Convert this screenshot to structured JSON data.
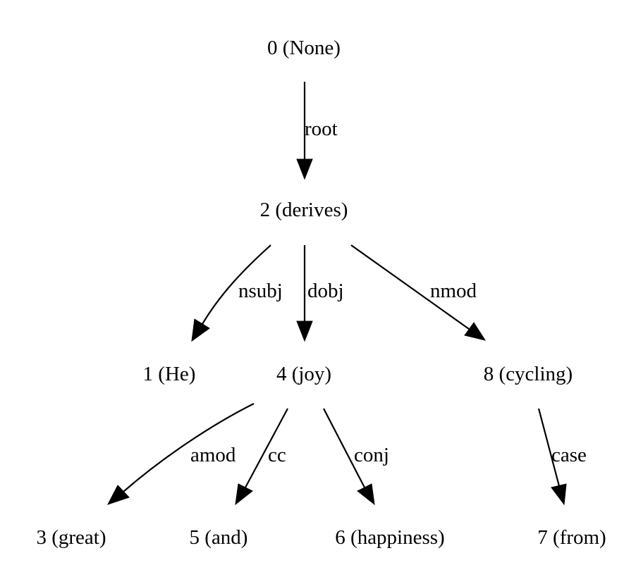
{
  "diagram": {
    "type": "dependency-tree",
    "nodes": [
      {
        "id": "n0",
        "label": "0 (None)"
      },
      {
        "id": "n2",
        "label": "2 (derives)"
      },
      {
        "id": "n1",
        "label": "1 (He)"
      },
      {
        "id": "n4",
        "label": "4 (joy)"
      },
      {
        "id": "n8",
        "label": "8 (cycling)"
      },
      {
        "id": "n3",
        "label": "3 (great)"
      },
      {
        "id": "n5",
        "label": "5 (and)"
      },
      {
        "id": "n6",
        "label": "6 (happiness)"
      },
      {
        "id": "n7",
        "label": "7 (from)"
      }
    ],
    "edges": [
      {
        "id": "e-root",
        "from": "n0",
        "to": "n2",
        "label": "root"
      },
      {
        "id": "e-nsubj",
        "from": "n2",
        "to": "n1",
        "label": "nsubj"
      },
      {
        "id": "e-dobj",
        "from": "n2",
        "to": "n4",
        "label": "dobj"
      },
      {
        "id": "e-nmod",
        "from": "n2",
        "to": "n8",
        "label": "nmod"
      },
      {
        "id": "e-amod",
        "from": "n4",
        "to": "n3",
        "label": "amod"
      },
      {
        "id": "e-cc",
        "from": "n4",
        "to": "n5",
        "label": "cc"
      },
      {
        "id": "e-conj",
        "from": "n4",
        "to": "n6",
        "label": "conj"
      },
      {
        "id": "e-case",
        "from": "n8",
        "to": "n7",
        "label": "case"
      }
    ],
    "colors": {
      "stroke": "#000000",
      "text": "#000000",
      "background": "#ffffff"
    }
  }
}
